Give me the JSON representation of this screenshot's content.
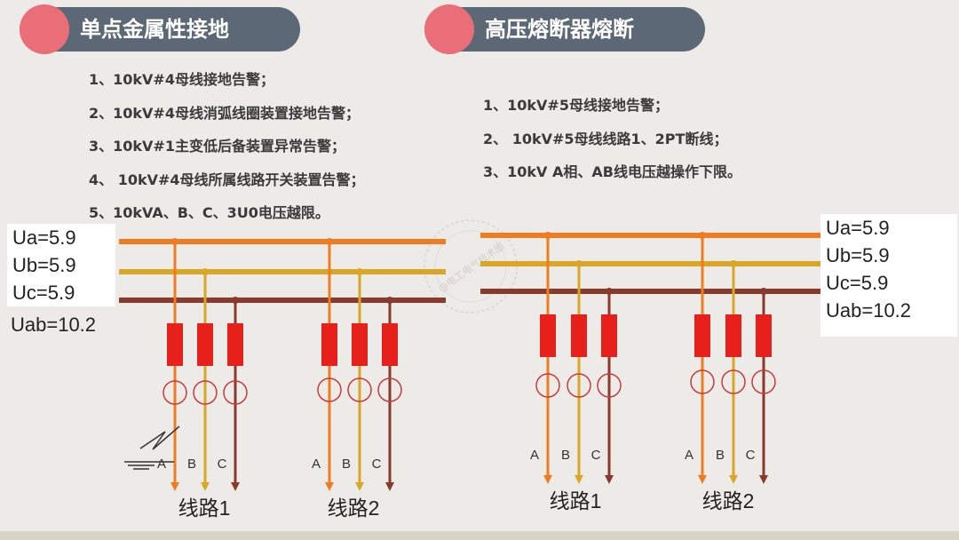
{
  "left": {
    "title": "单点金属性接地",
    "items": [
      "1、10kV#4母线接地告警；",
      "2、10kV#4母线消弧线圈装置接地告警；",
      "3、10kV#1主变低后备装置异常告警；",
      "4、 10kV#4母线所属线路开关装置告警；",
      "5、10kVA、B、C、3U0电压越限。"
    ],
    "voltages": [
      "Ua=5.9",
      "Ub=5.9",
      "Uc=5.9"
    ],
    "uab": "Uab=10.2",
    "line1": "线路1",
    "line2": "线路2"
  },
  "right": {
    "title": "高压熔断器熔断",
    "items": [
      "1、10kV#5母线接地告警；",
      "2、 10kV#5母线线路1、2PT断线；",
      "3、10kV A相、AB线电压越操作下限。"
    ],
    "voltages": [
      "Ua=5.9",
      "Ub=5.9",
      "Uc=5.9"
    ],
    "uab": "Uab=10.2",
    "line1": "线路1",
    "line2": "线路2"
  },
  "phase_labels": [
    "A",
    "B",
    "C"
  ],
  "watermark": "@电工电气技术圈",
  "colors": {
    "phase_a": "#f07c22",
    "phase_b": "#d9a626",
    "phase_c": "#8a3a2c",
    "fuse": "#e8201c",
    "banner": "#5d6876",
    "dot": "#ea6e78"
  }
}
